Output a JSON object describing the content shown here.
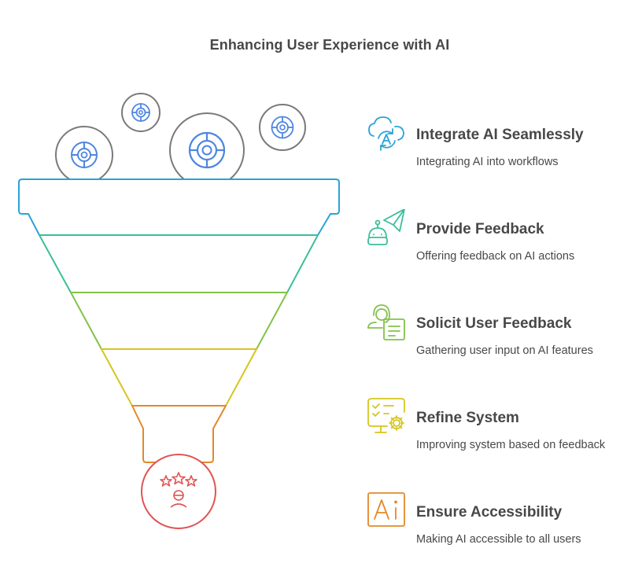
{
  "title": "Enhancing User Experience with AI",
  "colors": {
    "text": "#484848",
    "circle_outline": "#7a7a7a",
    "target_icon": "#4f86e0",
    "stage_1": "#2ba3d6",
    "stage_2": "#3bbf9a",
    "stage_3": "#82c24a",
    "stage_4": "#d6c61e",
    "stage_5": "#e3892a",
    "stage_6": "#e05454"
  },
  "top_icons": [
    "target-icon",
    "target-icon",
    "target-icon",
    "target-icon"
  ],
  "bottom_icon": "star-rating-user-icon",
  "steps": [
    {
      "heading": "Integrate AI Seamlessly",
      "description": "Integrating AI into workflows",
      "icon": "ai-cloud-sync-icon",
      "color": "#2ba3d6"
    },
    {
      "heading": "Provide Feedback",
      "description": "Offering feedback on AI actions",
      "icon": "robot-send-icon",
      "color": "#3bbf9a"
    },
    {
      "heading": "Solicit User Feedback",
      "description": "Gathering user input on AI features",
      "icon": "user-form-icon",
      "color": "#82c24a"
    },
    {
      "heading": "Refine System",
      "description": "Improving system based on feedback",
      "icon": "checklist-gear-icon",
      "color": "#d6c61e"
    },
    {
      "heading": "Ensure Accessibility",
      "description": "Making AI accessible to all users",
      "icon": "ai-badge-icon",
      "color": "#e3892a"
    }
  ]
}
